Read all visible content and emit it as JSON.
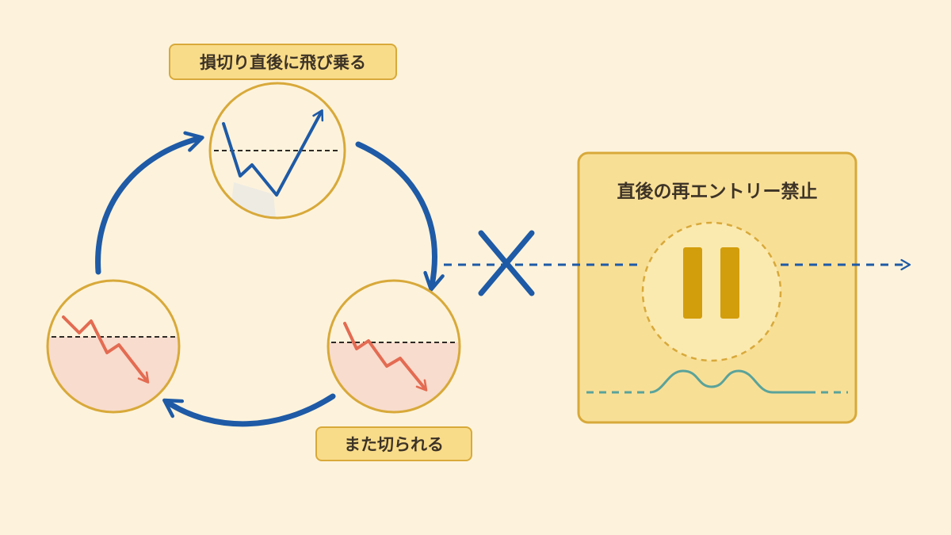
{
  "cycle": {
    "top_label": "損切り直後に飛び乗る",
    "bottom_label": "また切られる"
  },
  "panel": {
    "title": "直後の再エントリー禁止",
    "center_icon": "pause-icon"
  },
  "blocked_icon": "cross-icon",
  "colors": {
    "background": "#fdf3dc",
    "arrow_blue": "#1e5aa6",
    "loss_red": "#e36b52",
    "loss_fill": "#f8dccd",
    "panel_fill": "#f8df96",
    "panel_border": "#d8a93a",
    "pause_gold": "#d39e0c",
    "wave_teal": "#5aa39a"
  }
}
